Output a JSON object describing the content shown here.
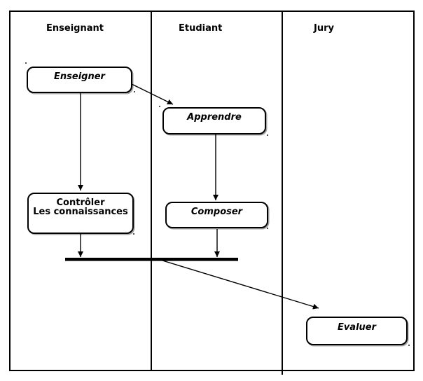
{
  "diagram": {
    "type": "uml-activity-swimlane",
    "lanes": [
      {
        "label": "Enseignant"
      },
      {
        "label": "Etudiant"
      },
      {
        "label": "Jury"
      }
    ],
    "activities": {
      "enseigner": {
        "label": "Enseigner"
      },
      "apprendre": {
        "label": "Apprendre"
      },
      "controler": {
        "line1": "Contrôler",
        "line2": "Les connaissances"
      },
      "composer": {
        "label": "Composer"
      },
      "evaluer": {
        "label": "Evaluer"
      }
    },
    "connections": [
      {
        "from": "enseigner",
        "to": "apprendre"
      },
      {
        "from": "enseigner",
        "to": "controler"
      },
      {
        "from": "apprendre",
        "to": "composer"
      },
      {
        "from": "controler",
        "to": "sync-bar"
      },
      {
        "from": "composer",
        "to": "sync-bar"
      },
      {
        "from": "sync-bar",
        "to": "evaluer"
      }
    ],
    "colors": {
      "stroke": "#000000",
      "box_fill": "#ffffff",
      "background": "#ffffff"
    }
  }
}
